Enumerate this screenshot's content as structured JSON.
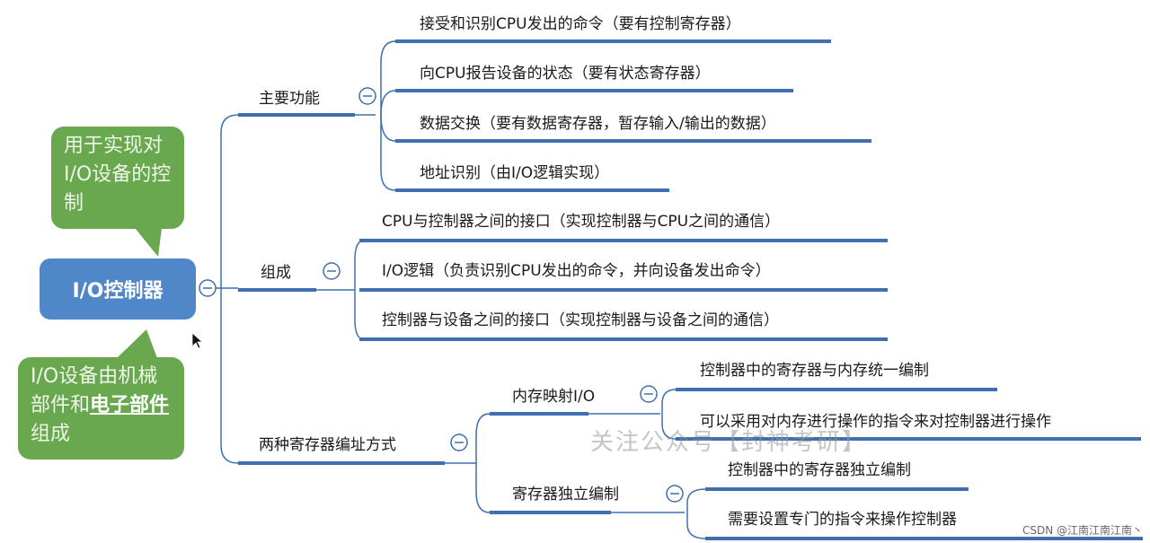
{
  "root": {
    "label": "I/O控制器"
  },
  "callouts": {
    "top": "用于实现对I/O设备的控制",
    "bottom_prefix": "I/O设备由机械部件和",
    "bottom_emph": "电子部件",
    "bottom_suffix": "组成"
  },
  "branches": [
    {
      "label": "主要功能",
      "children": [
        "接受和识别CPU发出的命令（要有控制寄存器）",
        "向CPU报告设备的状态（要有状态寄存器）",
        "数据交换（要有数据寄存器，暂存输入/输出的数据）",
        "地址识别（由I/O逻辑实现）"
      ]
    },
    {
      "label": "组成",
      "children": [
        "CPU与控制器之间的接口（实现控制器与CPU之间的通信）",
        "I/O逻辑（负责识别CPU发出的命令，并向设备发出命令）",
        "控制器与设备之间的接口（实现控制器与设备之间的通信）"
      ]
    },
    {
      "label": "两种寄存器编址方式",
      "children": [
        {
          "label": "内存映射I/O",
          "children": [
            "控制器中的寄存器与内存统一编制",
            "可以采用对内存进行操作的指令来对控制器进行操作"
          ]
        },
        {
          "label": "寄存器独立编制",
          "children": [
            "控制器中的寄存器独立编制",
            "需要设置专门的指令来操作控制器"
          ]
        }
      ]
    }
  ],
  "watermark": "关注公众号【封神考研】",
  "footer": "CSDN @江南江南江南丶",
  "colors": {
    "line": "#3f6fae",
    "root": "#4f87c9",
    "callout": "#6aa84f"
  }
}
